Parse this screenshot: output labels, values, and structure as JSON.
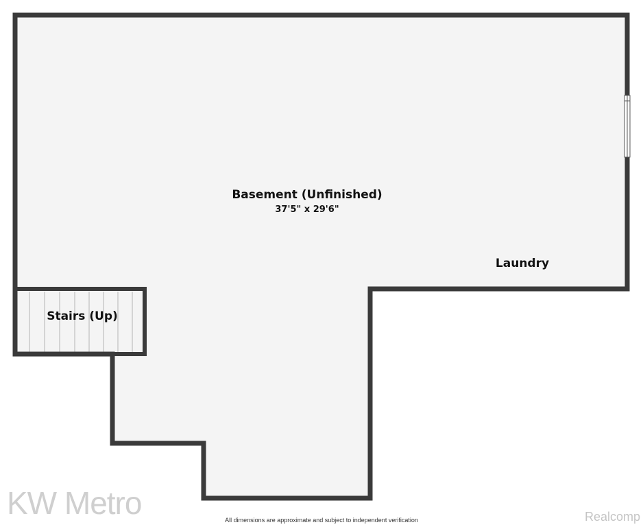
{
  "rooms": {
    "basement": {
      "name": "Basement (Unfinished)",
      "dimensions": "37'5\" x 29'6\""
    },
    "laundry": {
      "name": "Laundry"
    },
    "stairs": {
      "name": "Stairs (Up)"
    }
  },
  "footer": {
    "note": "All dimensions are approximate and subject to independent verification"
  },
  "watermarks": {
    "left": "KW Metro",
    "right": "Realcomp"
  },
  "colors": {
    "wall": "#3a3a3a",
    "floor": "#f4f4f4",
    "stair_line": "#b5b5b5",
    "window": "#ffffff"
  }
}
